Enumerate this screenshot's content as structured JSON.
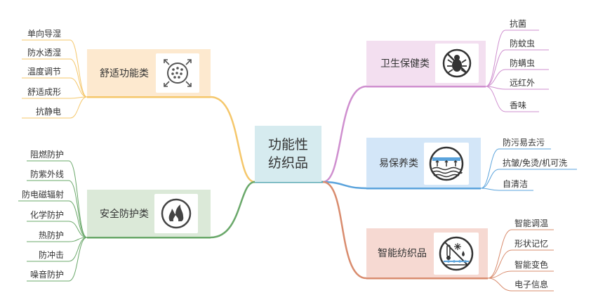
{
  "root": {
    "line1": "功能性",
    "line2": "纺织品"
  },
  "left": [
    {
      "label": "舒适功能类",
      "icon": "dotted-circle-arrows-icon",
      "color": "#f5c76b",
      "bg": "#fde9cf",
      "leaves": [
        "单向导湿",
        "防水透湿",
        "温度调节",
        "舒适成形",
        "抗静电"
      ]
    },
    {
      "label": "安全防护类",
      "icon": "fire-icon",
      "color": "#6aa86a",
      "bg": "#dbe9d8",
      "leaves": [
        "阻燃防护",
        "防紫外线",
        "防电磁辐射",
        "化学防护",
        "热防护",
        "防冲击",
        "噪音防护"
      ]
    }
  ],
  "right": [
    {
      "label": "卫生保健类",
      "icon": "no-bug-icon",
      "color": "#cf8fcf",
      "bg": "#f3dff0",
      "leaves": [
        "抗菌",
        "防蚊虫",
        "防螨虫",
        "远红外",
        "香味"
      ]
    },
    {
      "label": "易保养类",
      "icon": "water-waves-icon",
      "color": "#5aa3dc",
      "bg": "#d3e6f8",
      "leaves": [
        "防污易去污",
        "抗皱/免烫/机可洗",
        "自清洁"
      ]
    },
    {
      "label": "智能纺织品",
      "icon": "smart-textile-icon",
      "color": "#d98c6e",
      "bg": "#f6d9d2",
      "leaves": [
        "智能调温",
        "形状记忆",
        "智能变色",
        "电子信息"
      ]
    }
  ]
}
